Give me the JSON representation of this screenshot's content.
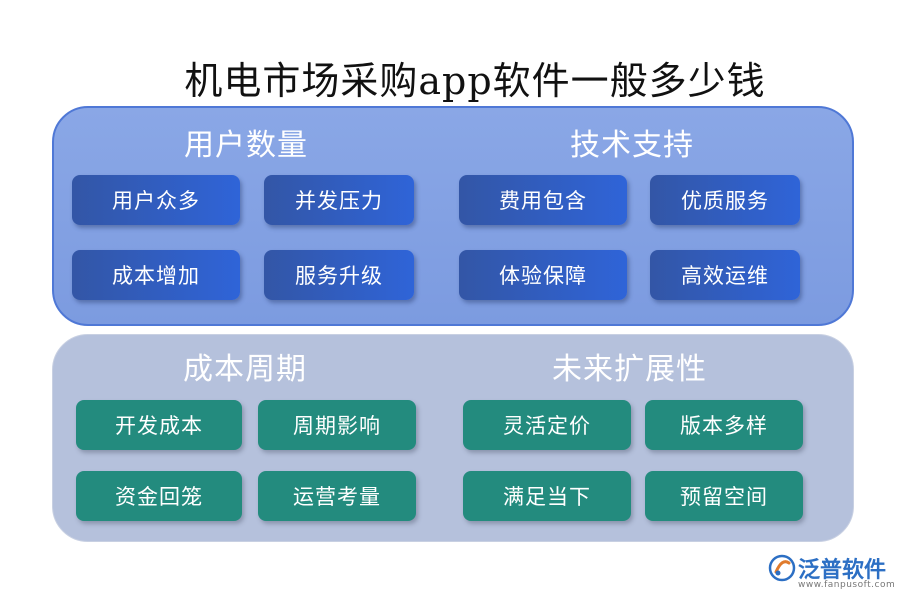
{
  "title": "机电市场采购app软件一般多少钱",
  "sections": {
    "user_count": {
      "heading": "用户数量",
      "items": [
        "用户众多",
        "并发压力",
        "成本增加",
        "服务升级"
      ]
    },
    "tech_support": {
      "heading": "技术支持",
      "items": [
        "费用包含",
        "优质服务",
        "体验保障",
        "高效运维"
      ]
    },
    "cost_cycle": {
      "heading": "成本周期",
      "items": [
        "开发成本",
        "周期影响",
        "资金回笼",
        "运营考量"
      ]
    },
    "future_scale": {
      "heading": "未来扩展性",
      "items": [
        "灵活定价",
        "版本多样",
        "满足当下",
        "预留空间"
      ]
    }
  },
  "logo": {
    "name": "泛普软件",
    "url": "www.fanpusoft.com"
  },
  "colors": {
    "top_panel": "#7c9be0",
    "bottom_panel": "#b5c1dc",
    "blue_box": "#2f64d8",
    "teal_box": "#238b7e",
    "logo": "#2c6fc4"
  }
}
